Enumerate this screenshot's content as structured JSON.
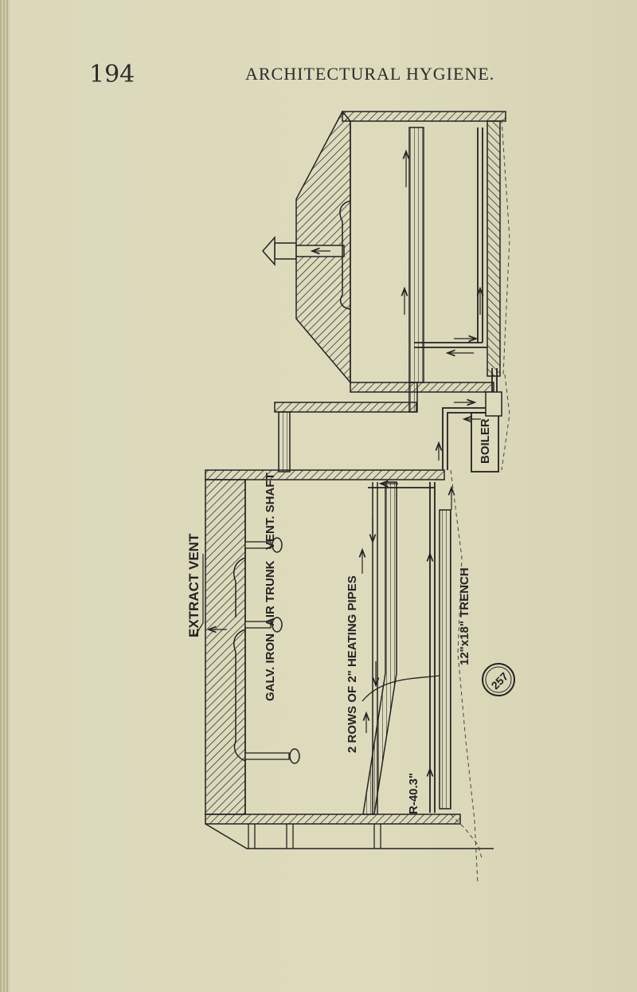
{
  "page": {
    "number": "194",
    "running_head": "ARCHITECTURAL HYGIENE."
  },
  "figure": {
    "number": "257",
    "labels": {
      "extract_vent": "EXTRACT VENT",
      "vent_shaft": "VENT. SHAFT",
      "air_trunk": "AIR TRUNK",
      "galv_iron": "GALV. IRON",
      "heating_pipes": "2 ROWS OF 2\" HEATING PIPES",
      "radius": "R-40.3\"",
      "trench": "12\"x18\" TRENCH",
      "boiler": "BOILER"
    }
  },
  "colors": {
    "ink": "#222222",
    "paper": "#dedbbd"
  }
}
